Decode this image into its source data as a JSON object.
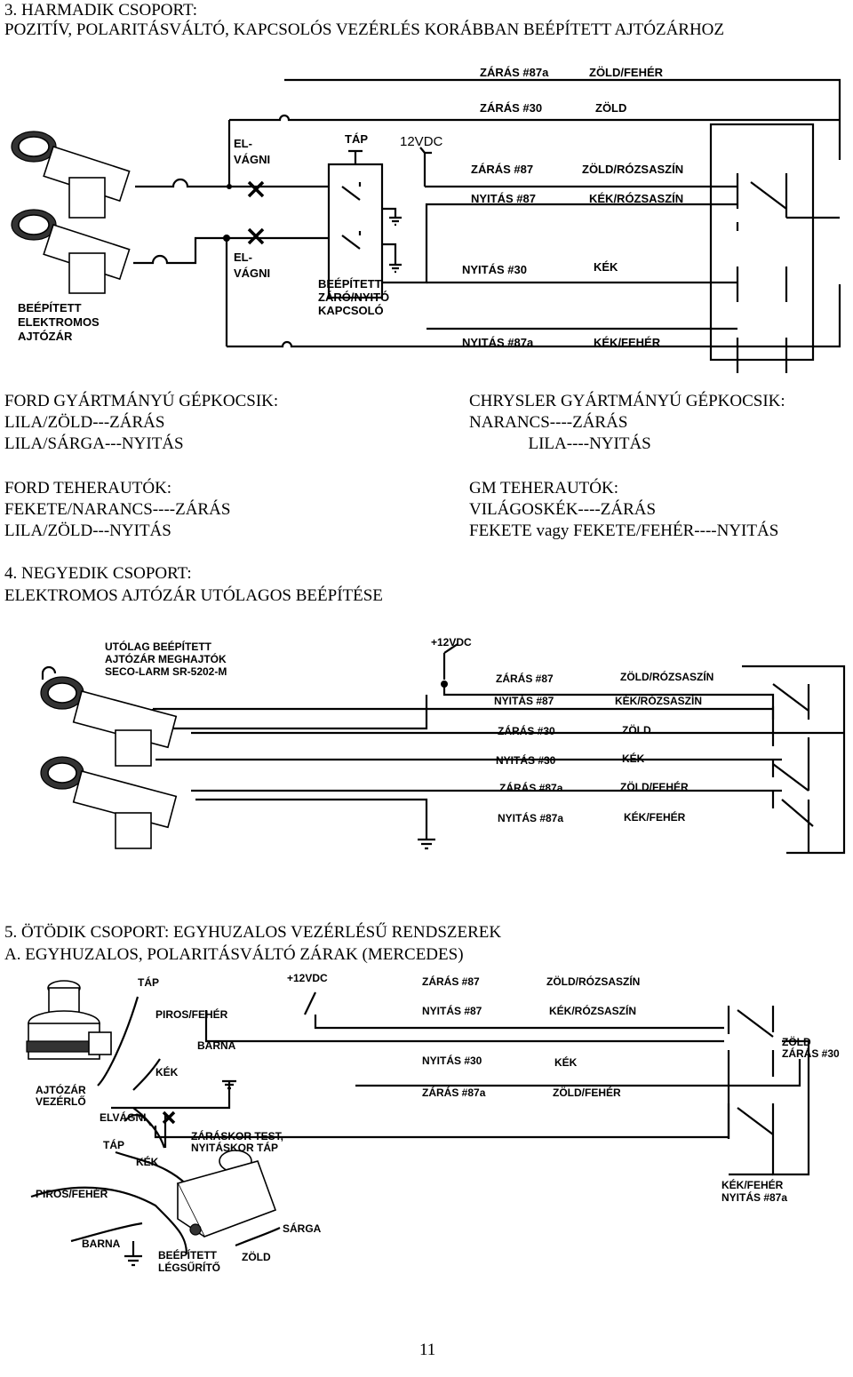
{
  "section3": {
    "title_line1": "3. HARMADIK CSOPORT:",
    "title_line2": "POZITÍV, POLARITÁSVÁLTÓ, KAPCSOLÓS VEZÉRLÉS KORÁBBAN BEÉPÍTETT AJTÓZÁRHOZ",
    "diagram": {
      "wire_zaras87a": "ZÁRÁS #87a",
      "color_zaras87a": "ZÖLD/FEHÉR",
      "wire_zaras30": "ZÁRÁS #30",
      "color_zaras30": "ZÖLD",
      "wire_zaras87": "ZÁRÁS #87",
      "color_zaras87": "ZÖLD/RÓZSASZÍN",
      "wire_nyitas87": "NYITÁS #87",
      "color_nyitas87": "KÉK/RÓZSASZÍN",
      "wire_nyitas30": "NYITÁS #30",
      "color_nyitas30": "KÉK",
      "wire_nyitas87a": "NYITÁS #87a",
      "color_nyitas87a": "KÉK/FEHÉR",
      "cut_top_1": "EL-",
      "cut_top_2": "VÁGNI",
      "cut_bottom_1": "EL-",
      "cut_bottom_2": "VÁGNI",
      "power": "TÁP",
      "voltage": "12VDC",
      "switch_1": "BEÉPÍTETT",
      "switch_2": "ZÁRÓ/NYITÓ",
      "switch_3": "KAPCSOLÓ",
      "lock_1": "BEÉPÍTETT",
      "lock_2": "ELEKTROMOS",
      "lock_3": "AJTÓZÁR"
    },
    "left_block": [
      "FORD GYÁRTMÁNYÚ GÉPKOCSIK:",
      "LILA/ZÖLD---ZÁRÁS",
      "LILA/SÁRGA---NYITÁS",
      "",
      "FORD TEHERAUTÓK:",
      "FEKETE/NARANCS----ZÁRÁS",
      "LILA/ZÖLD---NYITÁS"
    ],
    "right_block": [
      "CHRYSLER GYÁRTMÁNYÚ GÉPKOCSIK:",
      "NARANCS----ZÁRÁS",
      "              LILA----NYITÁS",
      "",
      "GM TEHERAUTÓK:",
      "VILÁGOSKÉK----ZÁRÁS",
      "FEKETE vagy FEKETE/FEHÉR----NYITÁS"
    ]
  },
  "section4": {
    "title_line1": "4. NEGYEDIK CSOPORT:",
    "title_line2": "ELEKTROMOS AJTÓZÁR UTÓLAGOS BEÉPÍTÉSE",
    "diagram": {
      "actuator_1": "UTÓLAG BEÉPÍTETT",
      "actuator_2": "AJTÓZÁR MEGHAJTÓK",
      "actuator_3": "SECO-LARM SR-5202-M",
      "voltage": "+12VDC",
      "wire_zaras87": "ZÁRÁS #87",
      "color_zaras87": "ZÖLD/RÓZSASZÍN",
      "wire_nyitas87": "NYITÁS #87",
      "color_nyitas87": "KÉK/RÓZSASZÍN",
      "wire_zaras30": "ZÁRÁS #30",
      "color_zaras30": "ZÖLD",
      "wire_nyitas30": "NYITÁS #30",
      "color_nyitas30": "KÉK",
      "wire_zaras87a": "ZÁRÁS #87a",
      "color_zaras87a": "ZÖLD/FEHÉR",
      "wire_nyitas87a": "NYITÁS #87a",
      "color_nyitas87a": "KÉK/FEHÉR"
    }
  },
  "section5": {
    "title_line1": "5. ÖTÖDIK CSOPORT: EGYHUZALOS VEZÉRLÉSŰ RENDSZEREK",
    "title_line2": "A. EGYHUZALOS, POLARITÁSVÁLTÓ ZÁRAK (MERCEDES)",
    "diagram": {
      "power_top": "TÁP",
      "voltage": "+12VDC",
      "wire_zaras87": "ZÁRÁS #87",
      "color_zaras87": "ZÖLD/RÓZSASZÍN",
      "wire_nyitas87": "NYITÁS #87",
      "color_nyitas87": "KÉK/RÓZSASZÍN",
      "piros_feher_top": "PIROS/FEHÉR",
      "barna_top": "BARNA",
      "kek_top": "KÉK",
      "green_1": "ZÖLD",
      "green_2": "ZÁRÁS #30",
      "wire_nyitas30": "NYITÁS #30",
      "color_nyitas30": "KÉK",
      "wire_zaras87a": "ZÁRÁS #87a",
      "color_zaras87a": "ZÖLD/FEHÉR",
      "controller_1": "AJTÓZÁR",
      "controller_2": "VEZÉRLŐ",
      "cut": "ELVÁGNI",
      "power_mid": "TÁP",
      "kek_mid": "KÉK",
      "lock_note_1": "ZÁRÁSKOR TEST,",
      "lock_note_2": "NYITÁSKOR TÁP",
      "piros_feher_mid": "PIROS/FEHÉR",
      "blue_white_1": "KÉK/FEHÉR",
      "blue_white_2": "NYITÁS #87a",
      "sarga": "SÁRGA",
      "barna_bottom": "BARNA",
      "compressor_1": "BEÉPÍTETT",
      "compressor_2": "LÉGSŰRÍTŐ",
      "zold_bottom": "ZÖLD"
    }
  },
  "page_number": "11"
}
